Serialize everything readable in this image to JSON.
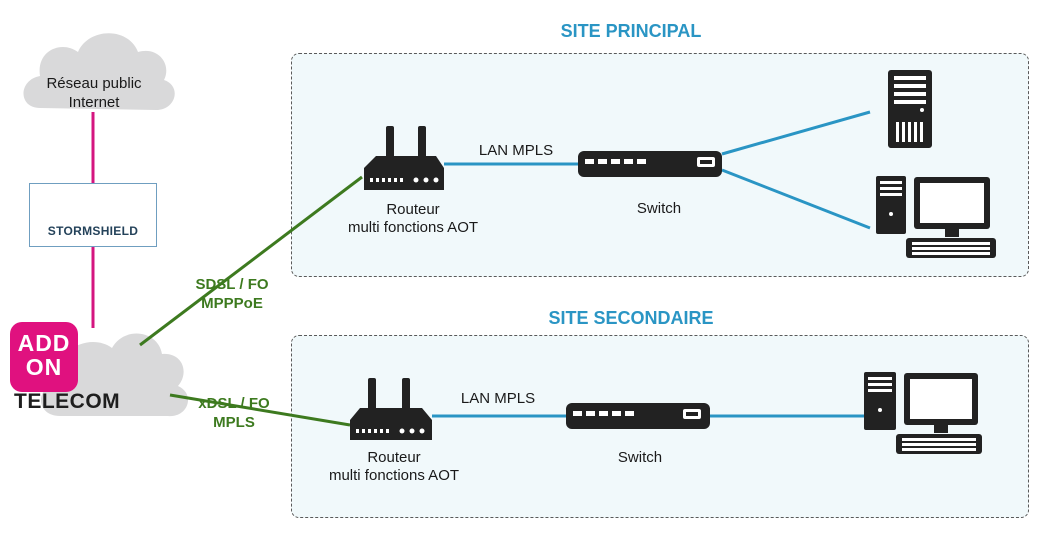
{
  "cloud": {
    "line1": "Réseau public",
    "line2": "Internet"
  },
  "firewall": {
    "brand": "STORMSHIELD"
  },
  "provider": {
    "badge_line1": "ADD",
    "badge_line2": "ON",
    "name": "TELECOM"
  },
  "links": {
    "main": {
      "line1": "SDSL / FO",
      "line2": "MPPPoE"
    },
    "secondary": {
      "line1": "xDSL / FO",
      "line2": "MPLS"
    }
  },
  "site_main": {
    "title": "SITE PRINCIPAL",
    "router_line1": "Routeur",
    "router_line2": "multi fonctions AOT",
    "lan": "LAN MPLS",
    "switch": "Switch"
  },
  "site_secondary": {
    "title": "SITE SECONDAIRE",
    "router_line1": "Routeur",
    "router_line2": "multi fonctions AOT",
    "lan": "LAN MPLS",
    "switch": "Switch"
  },
  "colors": {
    "lan_link": "#2a95c4",
    "wan_link": "#3d7a1f",
    "internet_link": "#d4157f",
    "title": "#2a95c4"
  }
}
